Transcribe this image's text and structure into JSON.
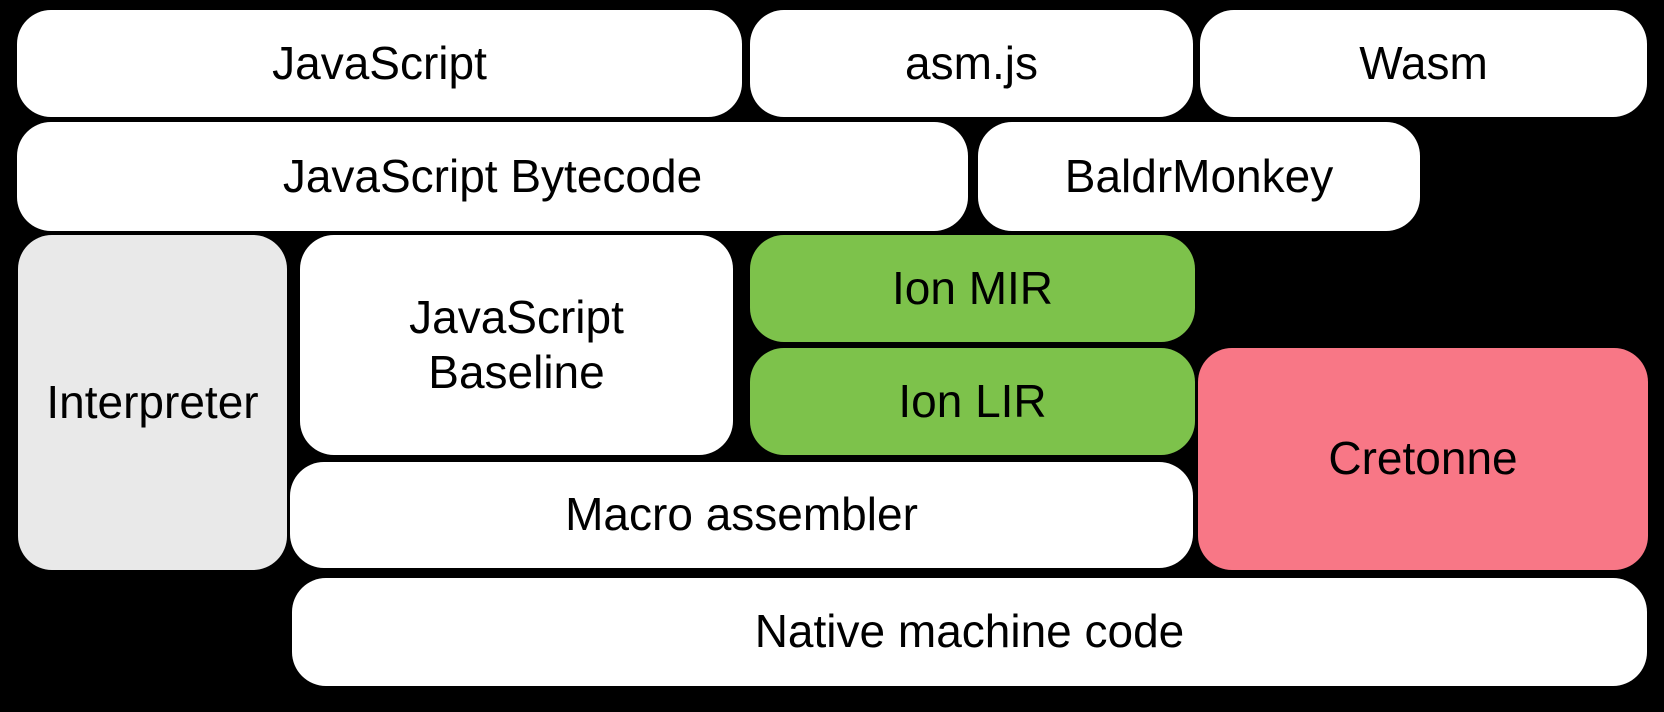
{
  "colors": {
    "background": "#000000",
    "white_box": "#FFFFFF",
    "interpreter_box": "#E9E9E9",
    "ion_box": "#7DC24B",
    "cretonne_box": "#F87786",
    "text": "#000000"
  },
  "nodes": {
    "javascript": {
      "label": "JavaScript"
    },
    "asmjs": {
      "label": "asm.js"
    },
    "wasm": {
      "label": "Wasm"
    },
    "bytecode": {
      "label": "JavaScript Bytecode"
    },
    "baldrmonkey": {
      "label": "BaldrMonkey"
    },
    "interpreter": {
      "label": "Interpreter"
    },
    "baseline": {
      "line1": "JavaScript",
      "line2": "Baseline"
    },
    "ion_mir": {
      "label": "Ion MIR"
    },
    "ion_lir": {
      "label": "Ion LIR"
    },
    "cretonne": {
      "label": "Cretonne"
    },
    "macro_assembler": {
      "label": "Macro assembler"
    },
    "native_machine_code": {
      "label": "Native machine code"
    }
  }
}
